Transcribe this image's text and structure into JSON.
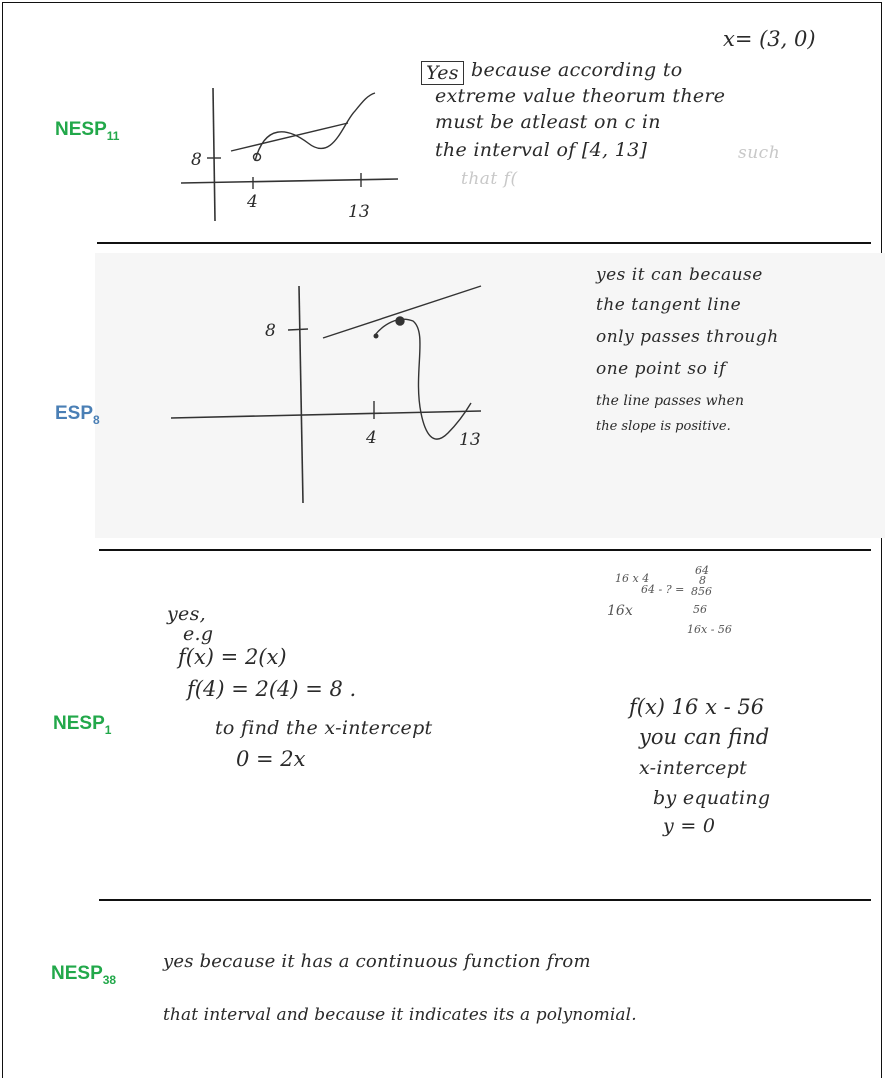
{
  "responses": [
    {
      "label_main": "NESP",
      "label_sub": "11",
      "label_color": "#22a84a",
      "graph": {
        "y_tick": "8",
        "x_tick_a": "4",
        "x_tick_b": "13"
      },
      "header_note": "x= (3, 0)",
      "answer_box": "Yes",
      "text_lines": [
        "because according to",
        "extreme value theorum there",
        "must be atleast on c in",
        "the interval of [4, 13]"
      ],
      "faint_lines": [
        "such",
        "that f("
      ]
    },
    {
      "label_main": "ESP",
      "label_sub": "8",
      "label_color": "#4a7fb5",
      "graph": {
        "y_tick": "8",
        "x_tick_a": "4",
        "x_tick_b": "13"
      },
      "text_lines": [
        "yes it can because",
        "the tangent line",
        "only passes through",
        "one point so if",
        "the line passes when",
        "the slope is positive."
      ]
    },
    {
      "label_main": "NESP",
      "label_sub": "1",
      "label_color": "#22a84a",
      "left_lines": [
        "yes,",
        "e.g",
        "f(x) = 2(x)",
        "f(4) = 2(4) = 8 .",
        "to find the x-intercept",
        "0 = 2x"
      ],
      "scratch": [
        "16 x 4",
        "64 - ? =",
        "64",
        "8",
        "856",
        "16x",
        "56",
        "16x - 56"
      ],
      "right_lines": [
        "f(x) 16 x - 56",
        "you can find",
        "x-intercept",
        "by equating",
        "y = 0"
      ]
    },
    {
      "label_main": "NESP",
      "label_sub": "38",
      "label_color": "#22a84a",
      "text_lines": [
        "yes because it has a continuous function from",
        "that interval and because it indicates its a polynomial."
      ]
    }
  ]
}
